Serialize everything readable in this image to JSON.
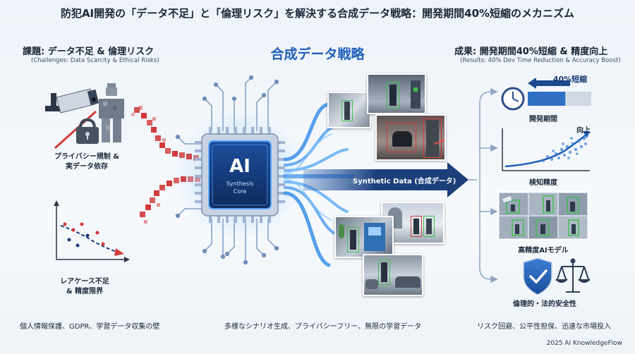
{
  "title": "防犯AI開発の「データ不足」と「倫理リスク」を解決する合成データ戦略：開発期間40%短縮のメカニズム",
  "left": {
    "title": "課題: データ不足 & 倫理リスク",
    "subtitle": "(Challenges: Data Scarcity & Ethical Risks)",
    "privacy_label_line1": "プライバシー規制 &",
    "privacy_label_line2": "実データ依存",
    "rare_label_line1": "レアケース不足",
    "rare_label_line2": "& 精度限界",
    "footer": "個人情報保護、GDPR、学習データ収集の壁"
  },
  "center": {
    "title": "合成データ戦略",
    "chip_main": "AI",
    "chip_sub1": "Synthesis",
    "chip_sub2": "Core",
    "arrow_label": "Synthetic Data (合成データ)",
    "footer": "多様なシナリオ生成、プライバシーフリー、無限の学習データ"
  },
  "right": {
    "title": "成果: 開発期間40%短縮 & 精度向上",
    "subtitle": "(Results: 40% Dev Time Reduction & Accuracy Boost)",
    "dev_time_badge": "40%短縮",
    "dev_time_label": "開発期間",
    "accuracy_up": "向上",
    "accuracy_label": "検知精度",
    "model_label": "高精度AIモデル",
    "ethics_label": "倫理的・法的安全性",
    "footer": "リスク回避、公平性担保、迅速な市場投入"
  },
  "credit": "2025 AI KnowledgeFlow",
  "colors": {
    "accent_blue": "#1f5fb8",
    "arrow_navy": "#1c3f7a",
    "warning_red": "#d23a3a",
    "detect_green": "#3fbf4f"
  }
}
